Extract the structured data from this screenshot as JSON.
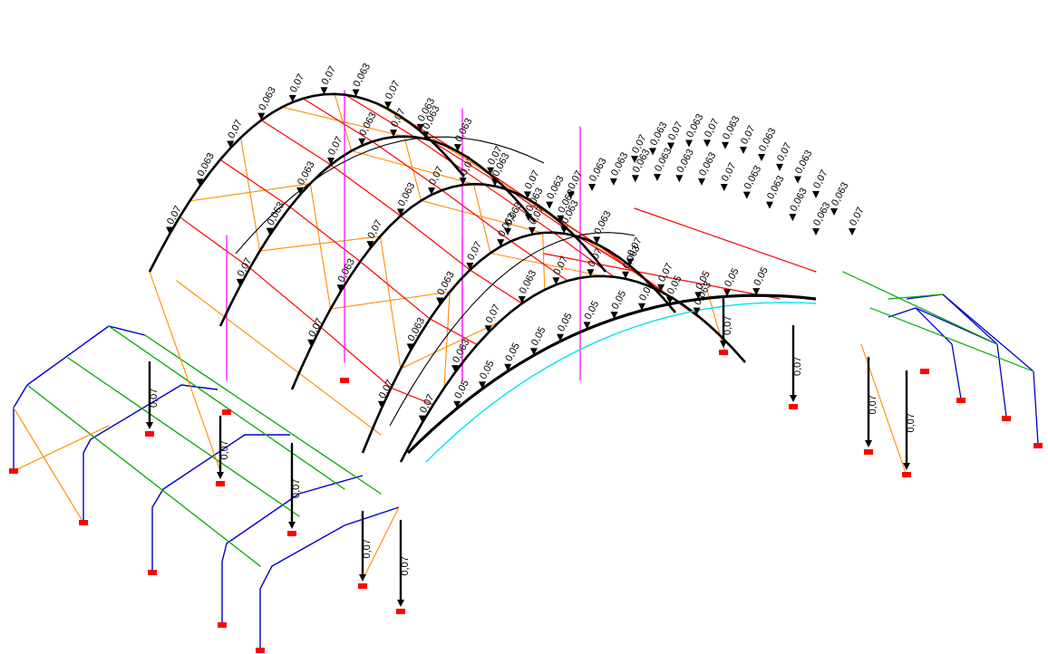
{
  "colors": {
    "background": "#ffffff",
    "arch_member": "#000000",
    "secondary_arch": "#000000",
    "longitudinal_beam": "#ff0000",
    "bracing": "#ff8c00",
    "hanger": "#ff00ff",
    "annex_frame": "#0000cc",
    "annex_purlin": "#00aa00",
    "ground_arc": "#00e5ee",
    "support": "#ff0000",
    "load_arrow": "#000000"
  },
  "icons": {
    "support": "fixed-support-icon",
    "load": "down-arrow-load-icon"
  },
  "load_labels": {
    "arch_crown": [
      "0,07",
      "0,063",
      "0,07",
      "0,063",
      "0,07"
    ],
    "arch_side": [
      "0,07",
      "0,063",
      "0,063",
      "0,07",
      "0,063"
    ],
    "column_load": "0,07",
    "front_arch": [
      "0,05",
      "0,05",
      "0,05",
      "0,05",
      "0,05",
      "0,05",
      "0,05",
      "0,05",
      "0,05",
      "0,05",
      "0,05",
      "0,05",
      "0,05"
    ],
    "front_arch_top": [
      "0,063",
      "0,063",
      "0,063",
      "0,07",
      "0,063",
      "0,063",
      "0,063"
    ],
    "mixed": [
      "0,07",
      "0,063",
      "0,07",
      "0,063"
    ]
  }
}
